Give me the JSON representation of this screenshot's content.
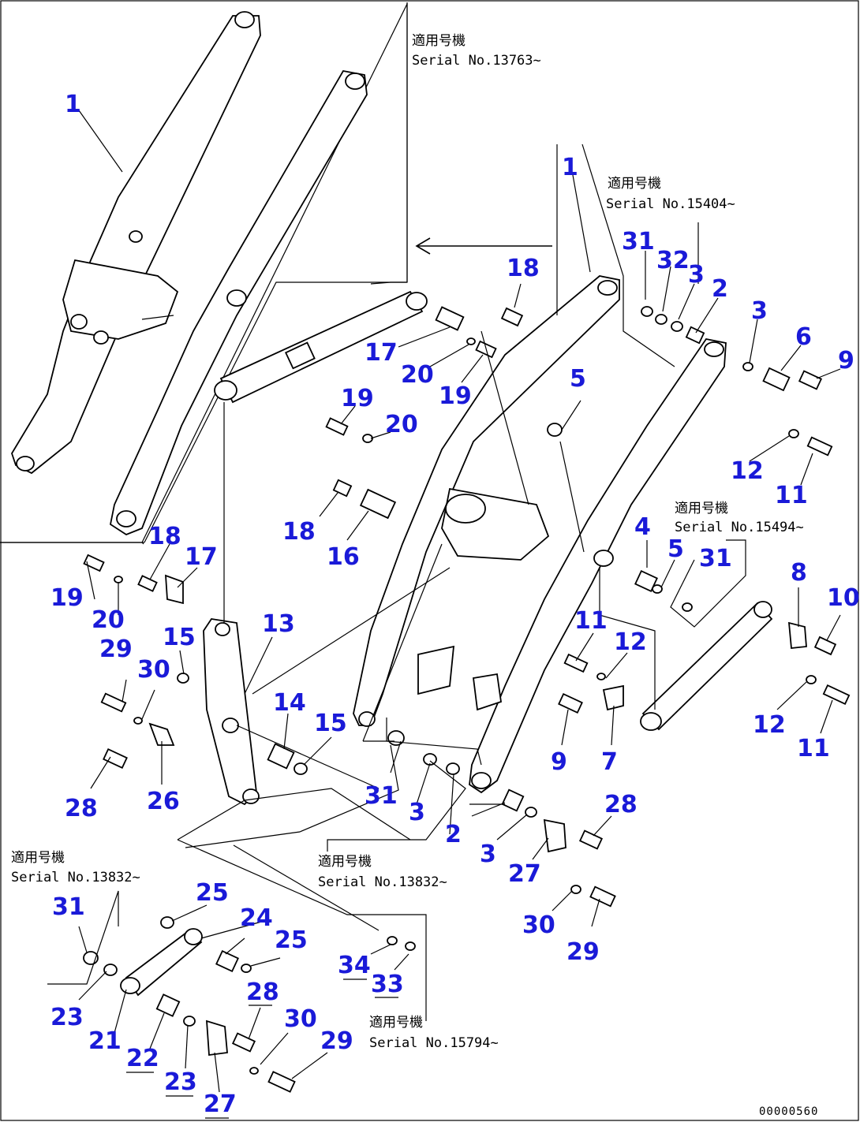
{
  "diagram": {
    "callouts": [
      {
        "id": "c1",
        "text": "1"
      },
      {
        "id": "c1b",
        "text": "1"
      },
      {
        "id": "c18a",
        "text": "18"
      },
      {
        "id": "c17a",
        "text": "17"
      },
      {
        "id": "c20a",
        "text": "20"
      },
      {
        "id": "c19a",
        "text": "19"
      },
      {
        "id": "c19b",
        "text": "19"
      },
      {
        "id": "c20b",
        "text": "20"
      },
      {
        "id": "c18b",
        "text": "18"
      },
      {
        "id": "c16",
        "text": "16"
      },
      {
        "id": "c31a",
        "text": "31"
      },
      {
        "id": "c32",
        "text": "32"
      },
      {
        "id": "c3a",
        "text": "3"
      },
      {
        "id": "c2a",
        "text": "2"
      },
      {
        "id": "c3b",
        "text": "3"
      },
      {
        "id": "c6",
        "text": "6"
      },
      {
        "id": "c9a",
        "text": "9"
      },
      {
        "id": "c12a",
        "text": "12"
      },
      {
        "id": "c11a",
        "text": "11"
      },
      {
        "id": "c5a",
        "text": "5"
      },
      {
        "id": "c4",
        "text": "4"
      },
      {
        "id": "c5b",
        "text": "5"
      },
      {
        "id": "c31b",
        "text": "31"
      },
      {
        "id": "c8",
        "text": "8"
      },
      {
        "id": "c10",
        "text": "10"
      },
      {
        "id": "c11b",
        "text": "11"
      },
      {
        "id": "c12b",
        "text": "12"
      },
      {
        "id": "c12c",
        "text": "12"
      },
      {
        "id": "c11c",
        "text": "11"
      },
      {
        "id": "c9b",
        "text": "9"
      },
      {
        "id": "c7",
        "text": "7"
      },
      {
        "id": "c18c",
        "text": "18"
      },
      {
        "id": "c17b",
        "text": "17"
      },
      {
        "id": "c19c",
        "text": "19"
      },
      {
        "id": "c20c",
        "text": "20"
      },
      {
        "id": "c15a",
        "text": "15"
      },
      {
        "id": "c13",
        "text": "13"
      },
      {
        "id": "c29a",
        "text": "29"
      },
      {
        "id": "c30a",
        "text": "30"
      },
      {
        "id": "c14",
        "text": "14"
      },
      {
        "id": "c15b",
        "text": "15"
      },
      {
        "id": "c28a",
        "text": "28"
      },
      {
        "id": "c26",
        "text": "26"
      },
      {
        "id": "c31c",
        "text": "31"
      },
      {
        "id": "c3c",
        "text": "3"
      },
      {
        "id": "c2b",
        "text": "2"
      },
      {
        "id": "c3d",
        "text": "3"
      },
      {
        "id": "c28b",
        "text": "28"
      },
      {
        "id": "c27a",
        "text": "27"
      },
      {
        "id": "c30b",
        "text": "30"
      },
      {
        "id": "c29b",
        "text": "29"
      },
      {
        "id": "c31d",
        "text": "31"
      },
      {
        "id": "c25a",
        "text": "25"
      },
      {
        "id": "c24",
        "text": "24"
      },
      {
        "id": "c25b",
        "text": "25"
      },
      {
        "id": "c23a",
        "text": "23"
      },
      {
        "id": "c21",
        "text": "21"
      },
      {
        "id": "c22",
        "text": "22"
      },
      {
        "id": "c23b",
        "text": "23"
      },
      {
        "id": "c28c",
        "text": "28"
      },
      {
        "id": "c30c",
        "text": "30"
      },
      {
        "id": "c27b",
        "text": "27"
      },
      {
        "id": "c29c",
        "text": "29"
      },
      {
        "id": "c34",
        "text": "34"
      },
      {
        "id": "c33",
        "text": "33"
      }
    ],
    "serial_notes": [
      {
        "id": "n1",
        "line1": "適用号機",
        "line2": "Serial No.13763~"
      },
      {
        "id": "n2",
        "line1": "適用号機",
        "line2": "Serial No.15404~"
      },
      {
        "id": "n3",
        "line1": "適用号機",
        "line2": "Serial No.15494~"
      },
      {
        "id": "n4",
        "line1": "適用号機",
        "line2": "Serial No.13832~"
      },
      {
        "id": "n5",
        "line1": "適用号機",
        "line2": "Serial No.13832~"
      },
      {
        "id": "n6",
        "line1": "適用号機",
        "line2": "Serial No.15794~"
      }
    ],
    "drawing_code": "00000560"
  }
}
